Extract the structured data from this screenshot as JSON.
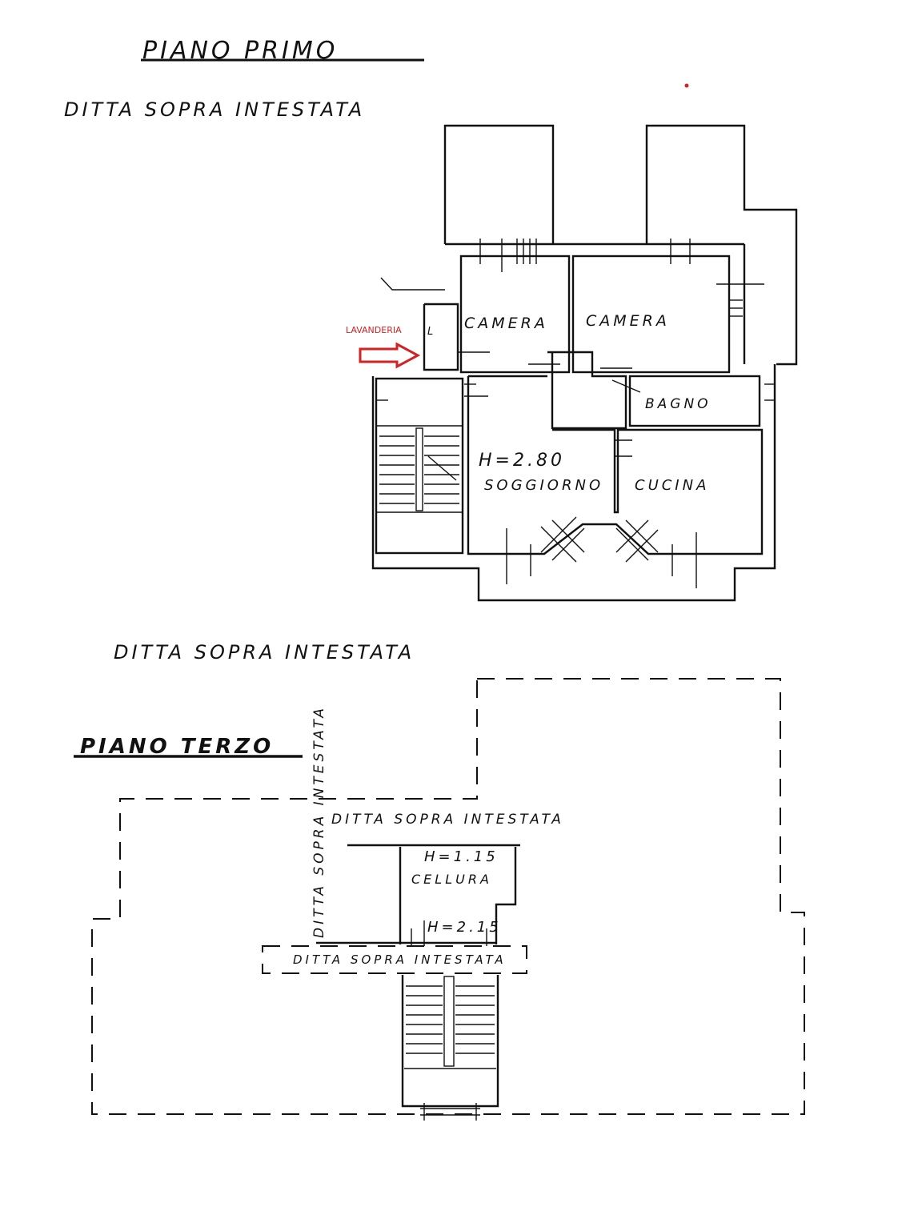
{
  "first_floor": {
    "title": "PIANO PRIMO",
    "owner_label": "DITTA SOPRA INTESTATA",
    "annotation": "LAVANDERIA",
    "annotation_color": "#d22222",
    "rooms": {
      "camera_1": "CAMERA",
      "camera_2": "CAMERA",
      "bagno": "BAGNO",
      "soggiorno": "SOGGIORNO",
      "cucina": "CUCINA",
      "lavanderia_tag": "L"
    },
    "height": "H=2.80"
  },
  "third_floor": {
    "title": "PIANO TERZO",
    "owner_label_top": "DITTA SOPRA INTESTATA",
    "owner_label_inside": "DITTA SOPRA INTESTATA",
    "owner_label_vertical": "DITTA SOPRA INTESTATA",
    "owner_label_landing": "DITTA SOPRA INTESTATA",
    "room": "CELLURA",
    "height_top": "H=1.15",
    "height_bottom": "H=2.15"
  },
  "colors": {
    "line": "#111111",
    "accent": "#d22222"
  }
}
